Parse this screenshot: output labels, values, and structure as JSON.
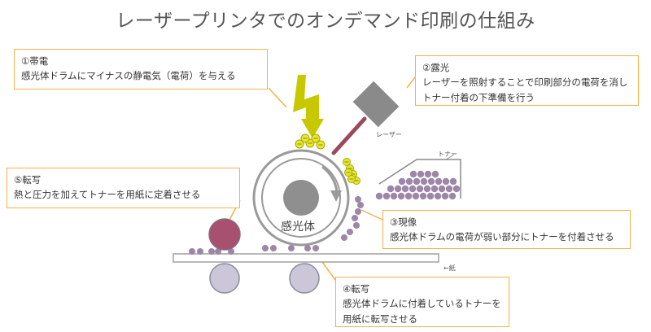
{
  "title": "レーザープリンタでのオンデマンド印刷の仕組み",
  "steps": [
    {
      "heading": "①帯電",
      "body": "感光体ドラムにマイナスの静電気（電荷）を与える"
    },
    {
      "heading": "②露光",
      "body": "レーザーを照射することで印刷部分の電荷を消し\nトナー付着の下準備を行う"
    },
    {
      "heading": "③現像",
      "body": "感光体ドラムの電荷が弱い部分にトナーを付着させる"
    },
    {
      "heading": "④転写",
      "body": "感光体ドラムに付着しているトナーを\n用紙に転写させる"
    },
    {
      "heading": "⑤転写",
      "body": "熱と圧力を加えてトナーを用紙に定着させる"
    }
  ],
  "labels": {
    "laser": "レーザー",
    "toner": "トナー",
    "paper": "←紙",
    "drum": "感光体"
  },
  "colors": {
    "callout_border": "#f4b24a",
    "charge": "#c8c800",
    "charge_dot": "#e6e633",
    "laser_beam": "#9b4a5e",
    "laser_head": "#8a8a8a",
    "toner": "#9d86a8",
    "fuser_roller": "#a85070",
    "pressure_roller": "#cbc7d8",
    "drum_stroke": "#9a9a9a"
  }
}
